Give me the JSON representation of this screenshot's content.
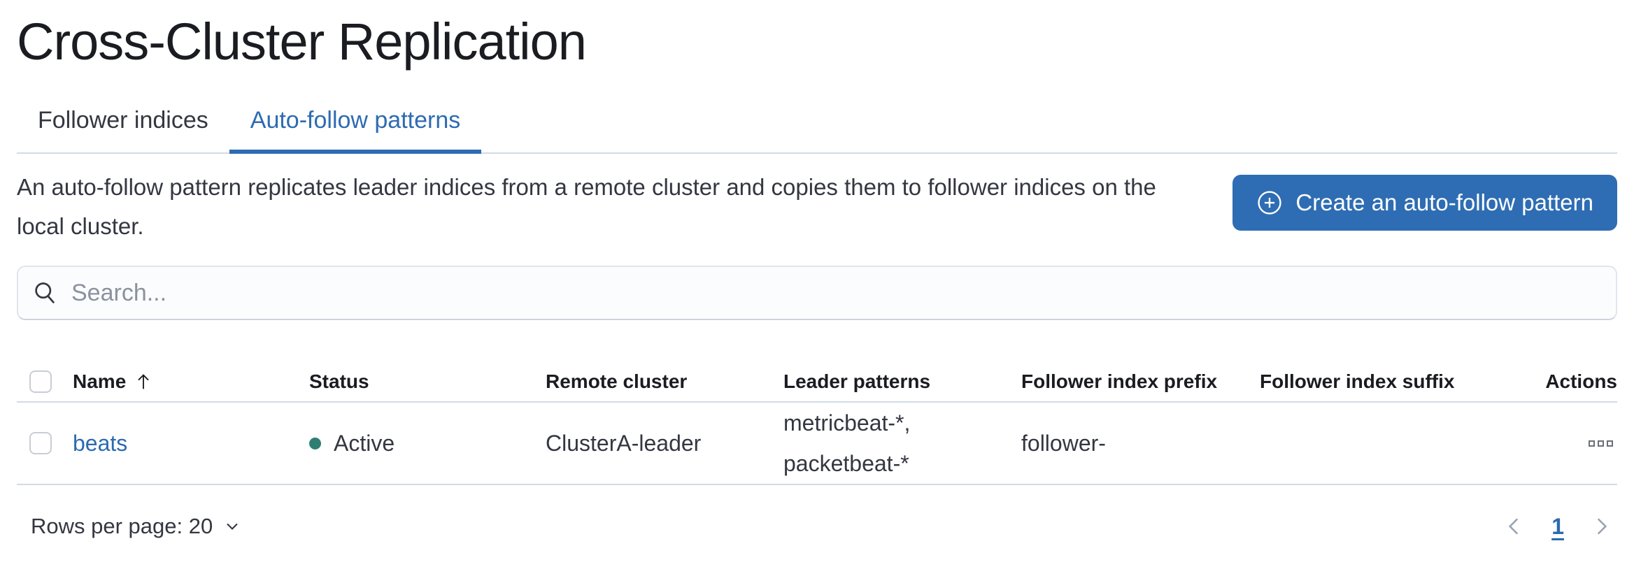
{
  "page_title": "Cross-Cluster Replication",
  "tabs": [
    {
      "label": "Follower indices",
      "active": false
    },
    {
      "label": "Auto-follow patterns",
      "active": true
    }
  ],
  "description": "An auto-follow pattern replicates leader indices from a remote cluster and copies them to follower indices on the local cluster.",
  "create_button": {
    "label": "Create an auto-follow pattern",
    "icon": "plus-in-circle-icon"
  },
  "search": {
    "placeholder": "Search...",
    "value": "",
    "icon": "search-icon"
  },
  "table": {
    "columns": [
      "Name",
      "Status",
      "Remote cluster",
      "Leader patterns",
      "Follower index prefix",
      "Follower index suffix",
      "Actions"
    ],
    "sort": {
      "column": "Name",
      "direction": "ascending",
      "icon": "sort-ascending-arrow-icon"
    },
    "rows": [
      {
        "name": "beats",
        "status": "Active",
        "remote_cluster": "ClusterA-leader",
        "leader_patterns": [
          "metricbeat-*,",
          "packetbeat-*"
        ],
        "follower_index_prefix": "follower-",
        "follower_index_suffix": "",
        "actions_icon": "boxes-horizontal-icon"
      }
    ]
  },
  "footer": {
    "rows_per_page_label": "Rows per page: 20",
    "rows_per_page_icon": "chevron-down-icon",
    "pagination": {
      "previous_icon": "chevron-left-icon",
      "current_page": "1",
      "next_icon": "chevron-right-icon"
    }
  },
  "colors": {
    "accent_blue": "#2e6db3",
    "link_blue": "#2b6bb0",
    "active_tab_blue": "#2d6bb2",
    "status_active_dot": "#2f7e74",
    "border_gray": "#d3dae6",
    "title_text": "#1a1c21",
    "body_text": "#343741",
    "placeholder_gray": "#8b919e",
    "pagination_chevron_gray": "#98a2b3"
  }
}
